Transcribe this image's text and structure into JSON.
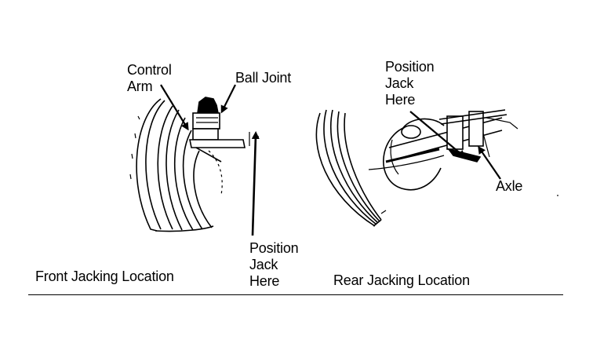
{
  "labels": {
    "control_arm_line1": "Control",
    "control_arm_line2": "Arm",
    "ball_joint": "Ball Joint",
    "front_jack_line1": "Position",
    "front_jack_line2": "Jack",
    "front_jack_line3": "Here",
    "rear_jack_line1": "Position",
    "rear_jack_line2": "Jack",
    "rear_jack_line3": "Here",
    "axle": "Axle"
  },
  "captions": {
    "front": "Front Jacking Location",
    "rear": "Rear Jacking Location"
  },
  "colors": {
    "ink": "#000000",
    "paper": "#ffffff"
  }
}
